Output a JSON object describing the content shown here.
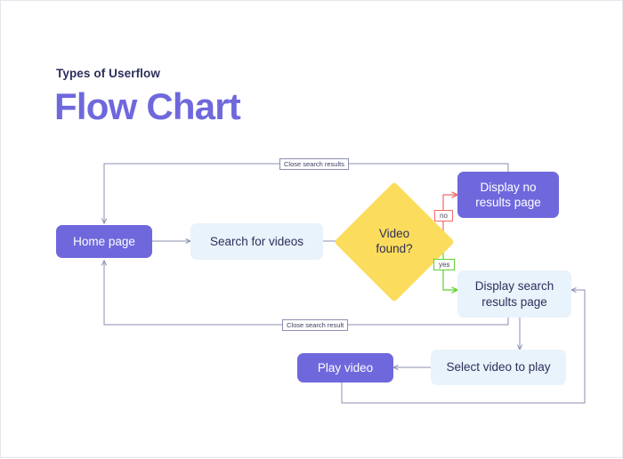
{
  "header": {
    "eyebrow": "Types of Userflow",
    "title": "Flow Chart"
  },
  "colors": {
    "accent_purple": "#6f68dd",
    "node_light_blue": "#e9f3fb",
    "node_text_dark": "#2d2f5b",
    "decision_yellow": "#fcdc5c",
    "connector_gray": "#8b8fb0",
    "branch_no_red": "#f06a6a",
    "branch_yes_green": "#5fd12e",
    "page_background": "#ffffff"
  },
  "chart_data": {
    "type": "diagram",
    "diagram_type": "flowchart",
    "title": "Flow Chart",
    "nodes": [
      {
        "id": "home",
        "label": "Home page",
        "shape": "rounded-rect",
        "style": "solid-purple"
      },
      {
        "id": "search",
        "label": "Search for videos",
        "shape": "rounded-rect",
        "style": "light-blue"
      },
      {
        "id": "decision",
        "label": "Video\nfound?",
        "shape": "diamond",
        "style": "yellow"
      },
      {
        "id": "no_results",
        "label": "Display no\nresults page",
        "shape": "rounded-rect",
        "style": "solid-purple"
      },
      {
        "id": "search_results",
        "label": "Display search\nresults page",
        "shape": "rounded-rect",
        "style": "light-blue"
      },
      {
        "id": "select_video",
        "label": "Select video to play",
        "shape": "rounded-rect",
        "style": "light-blue"
      },
      {
        "id": "play_video",
        "label": "Play video",
        "shape": "rounded-rect",
        "style": "solid-purple"
      }
    ],
    "edges": [
      {
        "from": "home",
        "to": "search",
        "label": "",
        "color": "gray"
      },
      {
        "from": "search",
        "to": "decision",
        "label": "",
        "color": "gray"
      },
      {
        "from": "decision",
        "to": "no_results",
        "label": "no",
        "color": "red"
      },
      {
        "from": "decision",
        "to": "search_results",
        "label": "yes",
        "color": "green"
      },
      {
        "from": "no_results",
        "to": "home",
        "label": "Close search results",
        "color": "gray"
      },
      {
        "from": "search_results",
        "to": "select_video",
        "label": "",
        "color": "gray"
      },
      {
        "from": "search_results",
        "to": "home",
        "label": "Close search result",
        "color": "gray"
      },
      {
        "from": "select_video",
        "to": "play_video",
        "label": "",
        "color": "gray"
      },
      {
        "from": "play_video",
        "to": "search_results",
        "label": "",
        "color": "gray"
      }
    ]
  },
  "nodes": {
    "home": "Home page",
    "search": "Search for videos",
    "decision": "Video\nfound?",
    "no_results": "Display no\nresults page",
    "search_results": "Display search\nresults page",
    "select_video": "Select video to play",
    "play_video": "Play video"
  },
  "labels": {
    "close_search_results": "Close search results",
    "close_search_result": "Close search result",
    "branch_no": "no",
    "branch_yes": "yes"
  }
}
